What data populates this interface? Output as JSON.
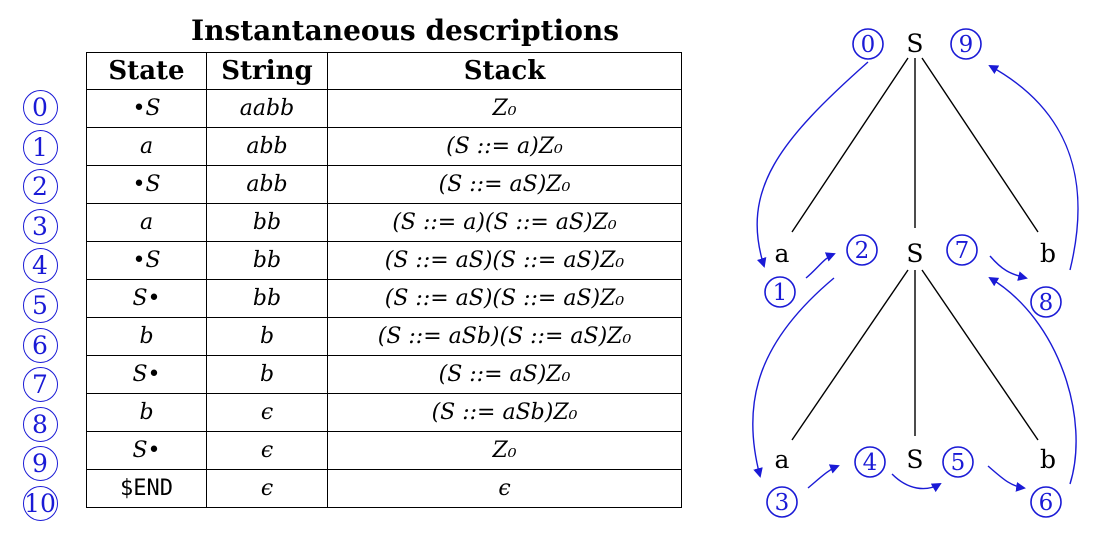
{
  "title": "Instantaneous descriptions",
  "table": {
    "headers": [
      "State",
      "String",
      "Stack"
    ],
    "rows": [
      {
        "mark": "0",
        "state": "•S",
        "string": "aabb",
        "stack": "Z₀"
      },
      {
        "mark": "1",
        "state": "a",
        "string": "abb",
        "stack": "(S ::= a)Z₀"
      },
      {
        "mark": "2",
        "state": "•S",
        "string": "abb",
        "stack": "(S ::= aS)Z₀"
      },
      {
        "mark": "3",
        "state": "a",
        "string": "bb",
        "stack": "(S ::= a)(S ::= aS)Z₀"
      },
      {
        "mark": "4",
        "state": "•S",
        "string": "bb",
        "stack": "(S ::= aS)(S ::= aS)Z₀"
      },
      {
        "mark": "5",
        "state": "S•",
        "string": "bb",
        "stack": "(S ::= aS)(S ::= aS)Z₀"
      },
      {
        "mark": "6",
        "state": "b",
        "string": "b",
        "stack": "(S ::= aSb)(S ::= aS)Z₀"
      },
      {
        "mark": "7",
        "state": "S•",
        "string": "b",
        "stack": "(S ::= aS)Z₀"
      },
      {
        "mark": "8",
        "state": "b",
        "string": "ϵ",
        "stack": "(S ::= aSb)Z₀"
      },
      {
        "mark": "9",
        "state": "S•",
        "string": "ϵ",
        "stack": "Z₀"
      },
      {
        "mark": "10",
        "state": "$END",
        "string": "ϵ",
        "stack": "ϵ"
      }
    ]
  },
  "tree": {
    "nodes": {
      "root": "S",
      "a1": "a",
      "s2": "S",
      "b1": "b",
      "a2": "a",
      "s3": "S",
      "b2": "b"
    },
    "step_marks": [
      "0",
      "1",
      "2",
      "3",
      "4",
      "5",
      "6",
      "7",
      "8",
      "9"
    ]
  },
  "colors": {
    "accent": "#1a1ad6",
    "line": "#000000"
  }
}
